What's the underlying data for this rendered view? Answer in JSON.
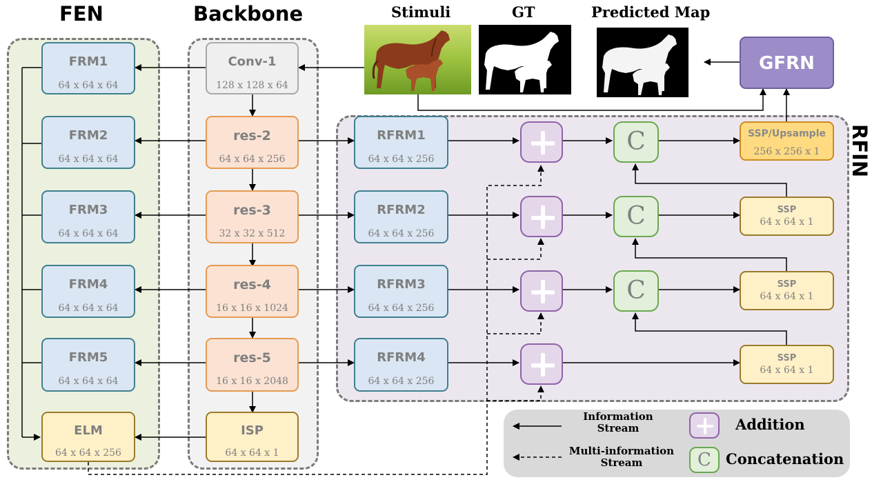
{
  "groups": {
    "fen": "FEN",
    "backbone": "Backbone",
    "rfin": "RFIN"
  },
  "fen": [
    {
      "name": "FRM1",
      "dim": "64 x 64 x 64"
    },
    {
      "name": "FRM2",
      "dim": "64 x 64 x 64"
    },
    {
      "name": "FRM3",
      "dim": "64 x 64 x 64"
    },
    {
      "name": "FRM4",
      "dim": "64 x 64 x 64"
    },
    {
      "name": "FRM5",
      "dim": "64 x 64 x 64"
    },
    {
      "name": "ELM",
      "dim": "64 x 64 x 256"
    }
  ],
  "backbone": [
    {
      "name": "Conv-1",
      "dim": "128 x 128 x 64"
    },
    {
      "name": "res-2",
      "dim": "64 x 64 x 256"
    },
    {
      "name": "res-3",
      "dim": "32 x 32 x 512"
    },
    {
      "name": "res-4",
      "dim": "16 x 16 x 1024"
    },
    {
      "name": "res-5",
      "dim": "16 x 16 x 2048"
    },
    {
      "name": "ISP",
      "dim": "64 x 64 x 1"
    }
  ],
  "rfin": [
    {
      "name": "RFRM1",
      "dim": "64 x 64 x 256"
    },
    {
      "name": "RFRM2",
      "dim": "64 x 64 x 256"
    },
    {
      "name": "RFRM3",
      "dim": "64 x 64 x 256"
    },
    {
      "name": "RFRM4",
      "dim": "64 x 64 x 256"
    }
  ],
  "ssp": [
    {
      "name": "SSP/Upsample",
      "dim": "256 x 256 x 1"
    },
    {
      "name": "SSP",
      "dim": "64 x 64 x 1"
    },
    {
      "name": "SSP",
      "dim": "64 x 64 x 1"
    },
    {
      "name": "SSP",
      "dim": "64 x 64 x 1"
    }
  ],
  "ops": {
    "concat_symbol": "C"
  },
  "gfrn": {
    "name": "GFRN"
  },
  "images": {
    "stimuli": "Stimuli",
    "gt": "GT",
    "predicted": "Predicted Map"
  },
  "legend": {
    "info_stream": "Information\nStream",
    "multi_info_stream": "Multi-information\nStream",
    "addition": "Addition",
    "concat_symbol": "C",
    "concatenation": "Concatenation"
  },
  "colors": {
    "fen_bg": "#ebf1de",
    "backbone_bg": "#f2f2f2",
    "rfin_bg": "#ece7ef",
    "legend_bg": "#d9d9d9",
    "frm_fill": "#dae6f3",
    "res_fill": "#fbe2d3",
    "ssp_fill": "#fff1c7",
    "gfrn_fill": "#9c8cc8",
    "add_fill": "#e5d7ea",
    "concat_fill": "#e2efda"
  }
}
